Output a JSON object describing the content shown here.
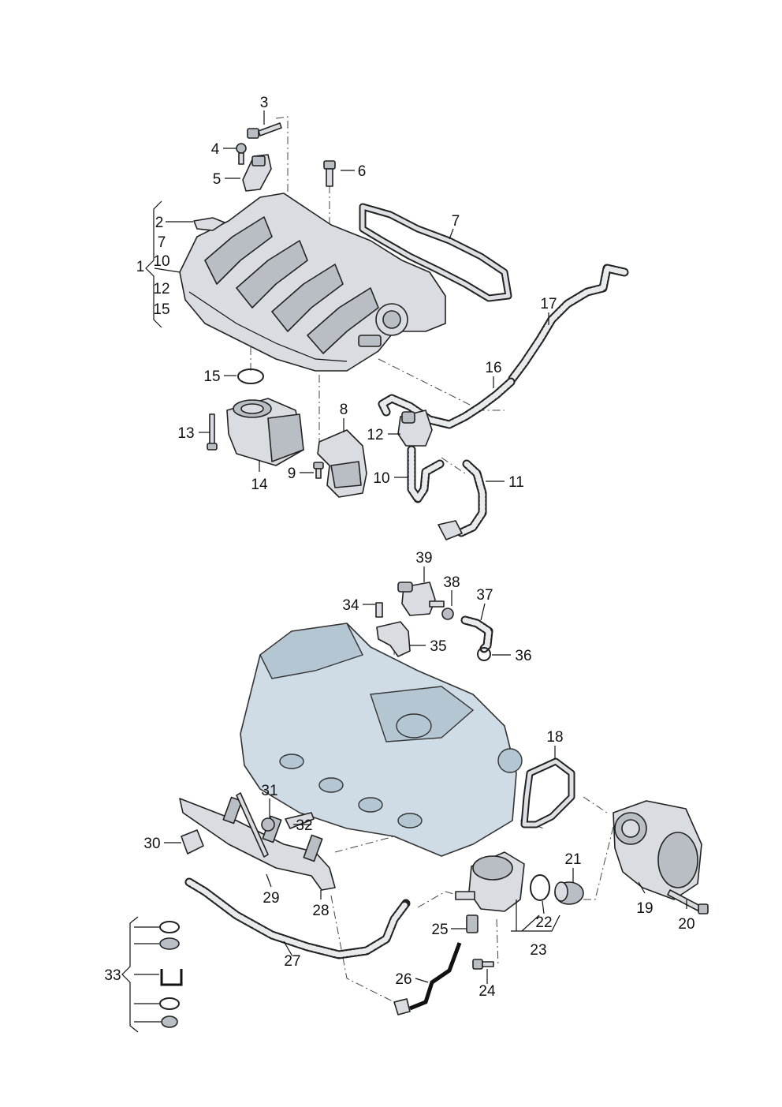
{
  "callouts": [
    {
      "id": "3",
      "text": "3"
    },
    {
      "id": "4",
      "text": "4"
    },
    {
      "id": "5",
      "text": "5"
    },
    {
      "id": "6",
      "text": "6"
    },
    {
      "id": "2",
      "text": "2"
    },
    {
      "id": "7",
      "text": "7"
    },
    {
      "id": "1",
      "text": "1"
    },
    {
      "id": "17",
      "text": "17"
    },
    {
      "id": "16",
      "text": "16"
    },
    {
      "id": "15",
      "text": "15"
    },
    {
      "id": "8",
      "text": "8"
    },
    {
      "id": "12",
      "text": "12"
    },
    {
      "id": "13",
      "text": "13"
    },
    {
      "id": "9",
      "text": "9"
    },
    {
      "id": "10",
      "text": "10"
    },
    {
      "id": "11",
      "text": "11"
    },
    {
      "id": "14",
      "text": "14"
    },
    {
      "id": "39",
      "text": "39"
    },
    {
      "id": "38",
      "text": "38"
    },
    {
      "id": "37",
      "text": "37"
    },
    {
      "id": "34",
      "text": "34"
    },
    {
      "id": "35",
      "text": "35"
    },
    {
      "id": "36",
      "text": "36"
    },
    {
      "id": "18",
      "text": "18"
    },
    {
      "id": "31",
      "text": "31"
    },
    {
      "id": "32",
      "text": "32"
    },
    {
      "id": "30",
      "text": "30"
    },
    {
      "id": "21",
      "text": "21"
    },
    {
      "id": "29",
      "text": "29"
    },
    {
      "id": "28",
      "text": "28"
    },
    {
      "id": "19",
      "text": "19"
    },
    {
      "id": "20",
      "text": "20"
    },
    {
      "id": "22",
      "text": "22"
    },
    {
      "id": "25",
      "text": "25"
    },
    {
      "id": "23",
      "text": "23"
    },
    {
      "id": "27",
      "text": "27"
    },
    {
      "id": "33",
      "text": "33"
    },
    {
      "id": "26",
      "text": "26"
    },
    {
      "id": "24",
      "text": "24"
    }
  ],
  "bracket_1": {
    "label": "1",
    "items": [
      "2",
      "7",
      "10",
      "12",
      "15"
    ]
  }
}
